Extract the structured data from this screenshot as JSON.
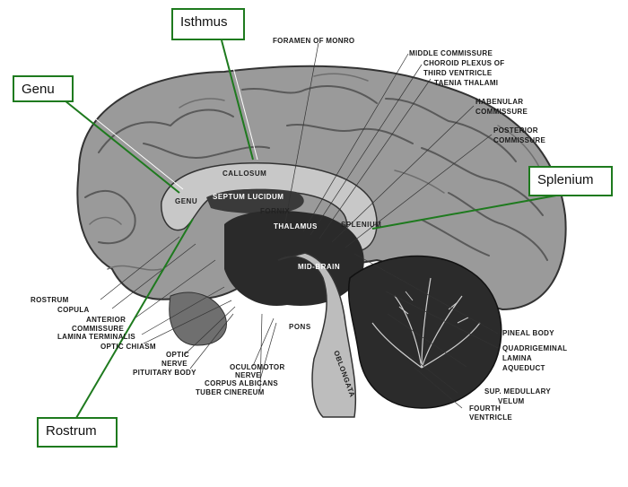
{
  "callouts": {
    "isthmus": "Isthmus",
    "genu": "Genu",
    "splenium": "Splenium",
    "rostrum": "Rostrum"
  },
  "right_labels": [
    "MIDDLE COMMISSURE",
    "CHOROID PLEXUS OF",
    "THIRD VENTRICLE",
    "TAENIA THALAMI",
    "HABENULAR",
    "COMMISSURE",
    "POSTERIOR",
    "COMMISSURE"
  ],
  "top_label": "FORAMEN OF MONRO",
  "left_labels": [
    "ROSTRUM",
    "COPULA",
    "ANTERIOR",
    "COMMISSURE",
    "LAMINA TERMINALIS",
    "OPTIC CHIASM"
  ],
  "bottom_labels": [
    "OPTIC",
    "NERVE",
    "PITUITARY BODY",
    "OCULOMOTOR",
    "NERVE",
    "CORPUS ALBICANS",
    "TUBER CINEREUM"
  ],
  "lower_right_labels": [
    "PINEAL BODY",
    "QUADRIGEMINAL",
    "LAMINA",
    "AQUEDUCT",
    "SUP. MEDULLARY",
    "VELUM",
    "FOURTH",
    "VENTRICLE"
  ],
  "inner_labels": {
    "callosum": "CALLOSUM",
    "genu": "GENU",
    "septum": "SEPTUM LUCIDUM",
    "fornix": "FORNIX",
    "thalamus": "THALAMUS",
    "splenium": "SPLENIUM",
    "midbrain": "MID-BRAIN",
    "pons": "PONS",
    "oblongata": "OBLONGATA"
  }
}
